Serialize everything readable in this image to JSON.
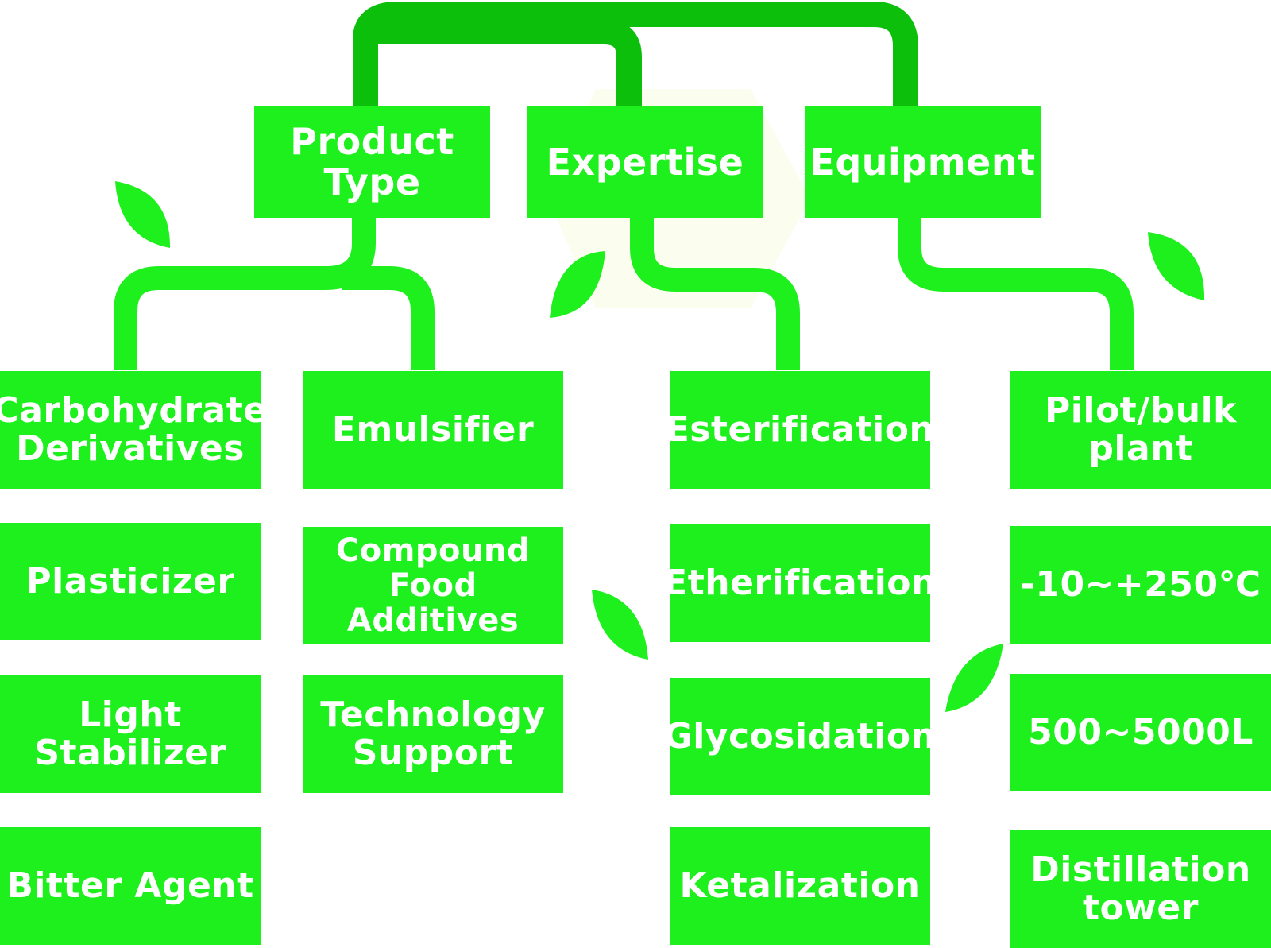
{
  "colors": {
    "box_fill": "#1ef01e",
    "text": "#ffffff",
    "top_connector": "#0bbf0b",
    "branch_connector": "#1ef01e",
    "leaf": "#1ef01e",
    "background_hexagon": "#fbfdef"
  },
  "categories": [
    {
      "title": "Product Type",
      "columns": [
        [
          "Carbohydrate\nDerivatives",
          "Plasticizer",
          "Light\nStabilizer",
          "Bitter Agent"
        ],
        [
          "Emulsifier",
          "Compound\nFood Additives",
          "Technology\nSupport"
        ]
      ]
    },
    {
      "title": "Expertise",
      "columns": [
        [
          "Esterification",
          "Etherification",
          "Glycosidation",
          "Ketalization"
        ]
      ]
    },
    {
      "title": "Equipment",
      "columns": [
        [
          "Pilot/bulk\nplant",
          "-10~+250℃",
          "500~5000L",
          "Distillation\ntower"
        ]
      ]
    }
  ],
  "decorations": [
    "leaf-icon",
    "leaf-icon",
    "leaf-icon",
    "leaf-icon",
    "leaf-icon",
    "hexagon-watermark"
  ]
}
